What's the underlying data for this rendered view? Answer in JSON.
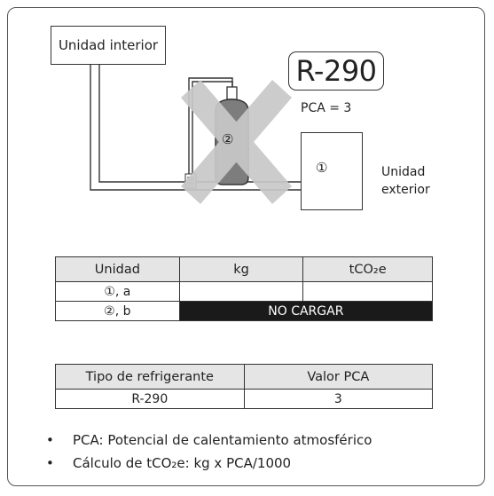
{
  "diagram": {
    "indoor_unit_label": "Unidad interior",
    "refrigerant_label": "R-290",
    "pca_note": "PCA = 3",
    "outdoor_unit_number": "①",
    "outdoor_unit_line1": "Unidad",
    "outdoor_unit_line2": "exterior",
    "cylinder_number": "②",
    "prohibition_icon": "cross-x-icon"
  },
  "charge_table": {
    "headers": [
      "Unidad",
      "kg",
      "tCO₂e"
    ],
    "rows": [
      {
        "unit": "①, a",
        "kg": "",
        "tco2e": ""
      },
      {
        "unit": "②, b",
        "note": "NO CARGAR"
      }
    ]
  },
  "refrigerant_table": {
    "headers": [
      "Tipo de refrigerante",
      "Valor PCA"
    ],
    "rows": [
      {
        "type": "R-290",
        "value": "3"
      }
    ]
  },
  "notes": [
    "PCA: Potencial de calentamiento atmosférico",
    "Cálculo de tCO₂e: kg x PCA/1000"
  ],
  "colors": {
    "cross": "#c8c8c8",
    "cylinder": "#7d7d7d",
    "header_bg": "#e5e5e5",
    "no_charge_bg": "#1a1a1a"
  }
}
